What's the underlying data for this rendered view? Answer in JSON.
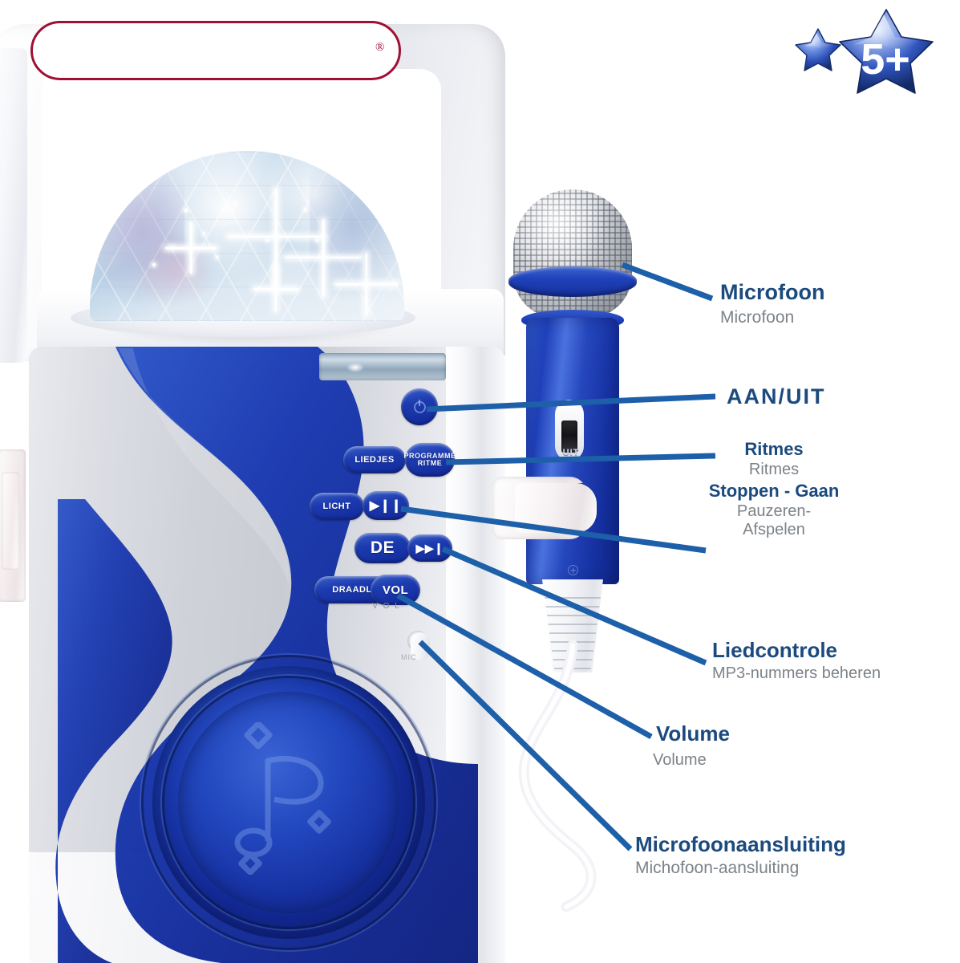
{
  "brand": {
    "logo_placeholder": "",
    "registered_mark": "®",
    "logo_border_color": "#9e1134"
  },
  "age_badge": {
    "text": "5+",
    "star_color": "#2b4fb8",
    "icon": "star-badge-icon"
  },
  "colors": {
    "title_blue": "#1b4a7e",
    "subtitle_gray": "#7c8288",
    "leader_line_blue": "#1d5fa8",
    "product_blue": "#1c3bb0"
  },
  "product": {
    "name": "karaoke-machine",
    "dome": {
      "icon": "disco-dome-icon"
    },
    "display": {
      "icon": "lcd-display-icon"
    },
    "speaker": {
      "icon": "music-note-icon"
    },
    "buttons": [
      {
        "id": "power",
        "label": "",
        "icon": "power-icon"
      },
      {
        "id": "liedjes",
        "label": "LIEDJES",
        "icon": "songs-icon"
      },
      {
        "id": "ritme",
        "label": "RITME",
        "label_top": "PROGRAMME",
        "icon": "rhythm-icon"
      },
      {
        "id": "licht",
        "label": "LICHT",
        "icon": "light-icon"
      },
      {
        "id": "play",
        "label": "▶❙❙",
        "icon": "play-pause-icon"
      },
      {
        "id": "de",
        "label": "DE",
        "icon": "demo-icon"
      },
      {
        "id": "next",
        "label": "▶▶❙",
        "icon": "next-track-icon"
      },
      {
        "id": "draadl",
        "label": "DRAADL",
        "icon": "wireless-icon"
      },
      {
        "id": "vol",
        "label": "VOL",
        "sub": "V O L",
        "icon": "volume-icon"
      }
    ],
    "jack": {
      "label": "MIC",
      "icon": "mic-jack-icon"
    },
    "microphone": {
      "switch_label": "UIT",
      "icon": "microphone-icon"
    }
  },
  "callouts": [
    {
      "id": "microfoon",
      "title": "Microfoon",
      "subtitle": "Microfoon"
    },
    {
      "id": "aan-uit",
      "title": "AAN/UIT",
      "subtitle": ""
    },
    {
      "id": "ritmes",
      "title": "Ritmes",
      "subtitle": "Ritmes",
      "title2": "Stoppen - Gaan",
      "subtitle2": "Pauzeren-",
      "subtitle3": "Afspelen"
    },
    {
      "id": "liedcontrole",
      "title": "Liedcontrole",
      "subtitle": "MP3-nummers beheren"
    },
    {
      "id": "volume",
      "title": "Volume",
      "subtitle": "Volume"
    },
    {
      "id": "microfoonaansluiting",
      "title": "Microfoonaansluiting",
      "subtitle": "Michofoon-aansluiting"
    }
  ]
}
